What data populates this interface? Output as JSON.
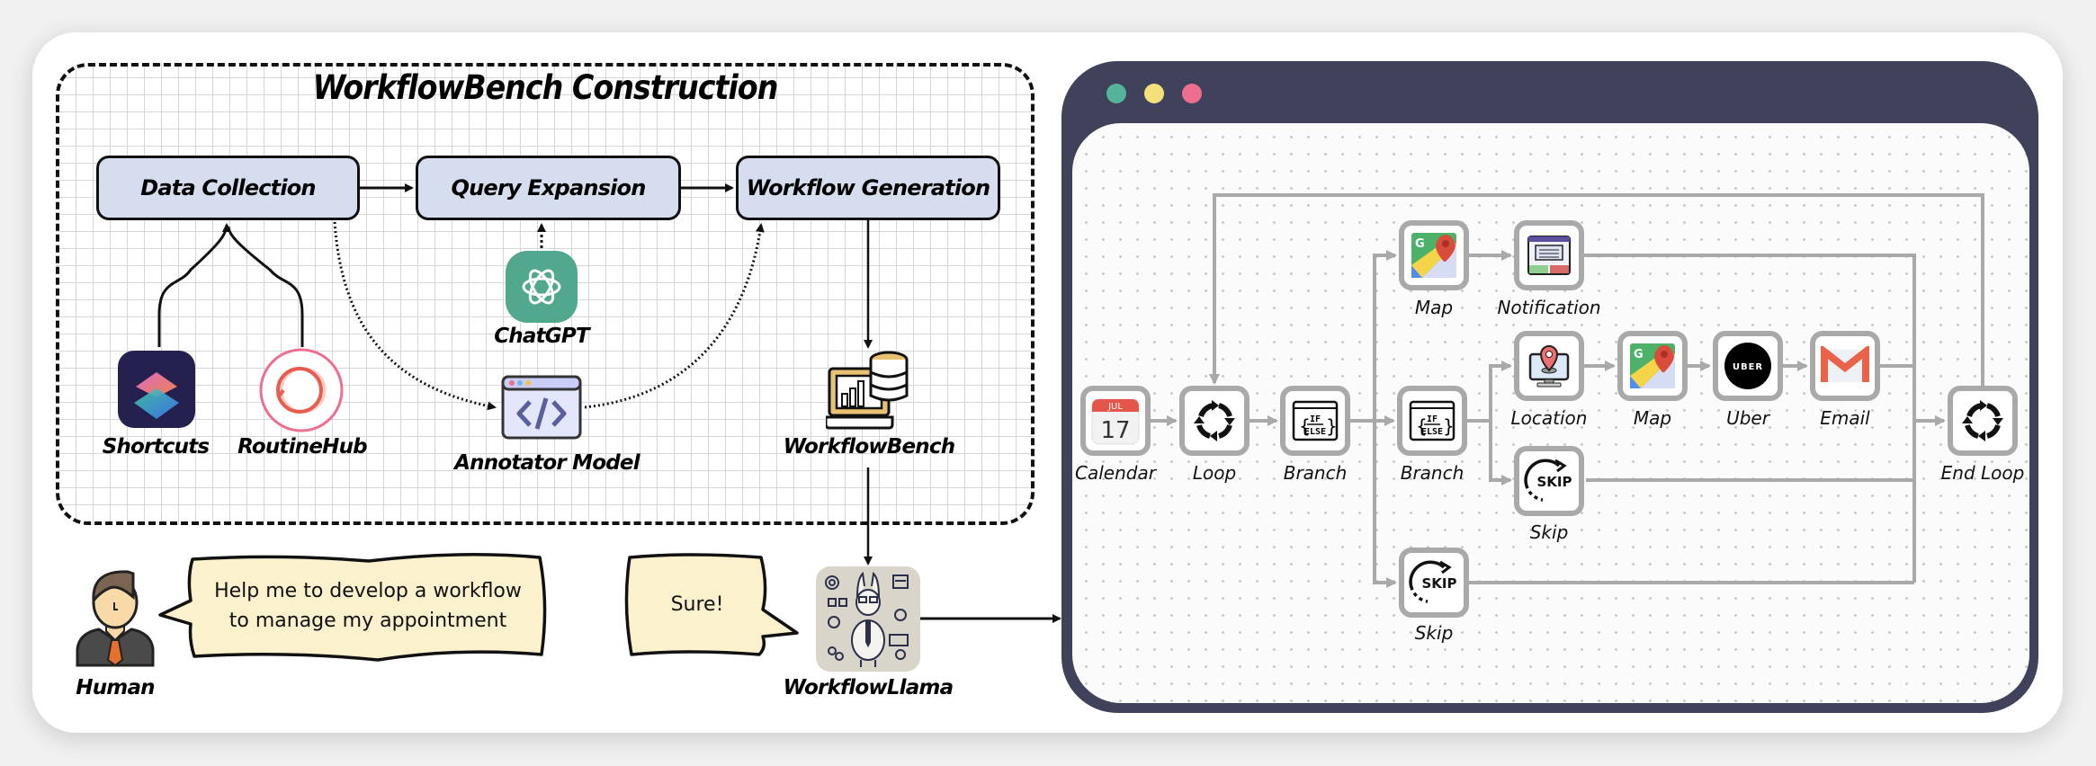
{
  "construction": {
    "title": "WorkflowBench Construction",
    "stages": [
      "Data Collection",
      "Query Expansion",
      "Workflow Generation"
    ],
    "sources": [
      {
        "label": "Shortcuts",
        "icon": "shortcuts-app-icon"
      },
      {
        "label": "RoutineHub",
        "icon": "routinehub-logo-icon"
      }
    ],
    "helpers": [
      {
        "label": "ChatGPT",
        "icon": "chatgpt-logo-icon"
      },
      {
        "label": "Annotator Model",
        "icon": "code-window-icon"
      }
    ],
    "output": {
      "label": "WorkflowBench",
      "icon": "database-laptop-icon"
    }
  },
  "dialogue": {
    "human_label": "Human",
    "human_message_lines": [
      "Help me to develop a workflow",
      "to manage my appointment"
    ],
    "model_reply": "Sure!",
    "model_label": "WorkflowLlama"
  },
  "window": {
    "dot_colors": [
      "#55b39b",
      "#f4e07a",
      "#ee6f8d"
    ],
    "frame_color": "#40415b"
  },
  "workflow": {
    "nodes": [
      {
        "id": "calendar",
        "label": "Calendar",
        "month": "JUL",
        "day": "17"
      },
      {
        "id": "loop",
        "label": "Loop"
      },
      {
        "id": "branch1",
        "label": "Branch",
        "badge_top": "IF",
        "badge_bottom": "ELSE"
      },
      {
        "id": "map1",
        "label": "Map"
      },
      {
        "id": "notification",
        "label": "Notification"
      },
      {
        "id": "branch2",
        "label": "Branch",
        "badge_top": "IF",
        "badge_bottom": "ELSE"
      },
      {
        "id": "location",
        "label": "Location"
      },
      {
        "id": "map2",
        "label": "Map"
      },
      {
        "id": "uber",
        "label": "Uber",
        "logo_text": "UBER"
      },
      {
        "id": "email",
        "label": "Email"
      },
      {
        "id": "skip1",
        "label": "Skip",
        "logo_text": "SKIP"
      },
      {
        "id": "skip2",
        "label": "Skip",
        "logo_text": "SKIP"
      },
      {
        "id": "endloop",
        "label": "End Loop"
      }
    ],
    "edges": [
      [
        "calendar",
        "loop"
      ],
      [
        "loop",
        "branch1"
      ],
      [
        "branch1",
        "map1"
      ],
      [
        "branch1",
        "branch2"
      ],
      [
        "branch1",
        "skip2"
      ],
      [
        "map1",
        "notification"
      ],
      [
        "branch2",
        "location"
      ],
      [
        "branch2",
        "skip1"
      ],
      [
        "location",
        "map2"
      ],
      [
        "map2",
        "uber"
      ],
      [
        "uber",
        "email"
      ],
      [
        "notification",
        "endloop"
      ],
      [
        "email",
        "endloop"
      ],
      [
        "skip1",
        "endloop"
      ],
      [
        "skip2",
        "endloop"
      ],
      [
        "endloop",
        "loop"
      ]
    ]
  }
}
